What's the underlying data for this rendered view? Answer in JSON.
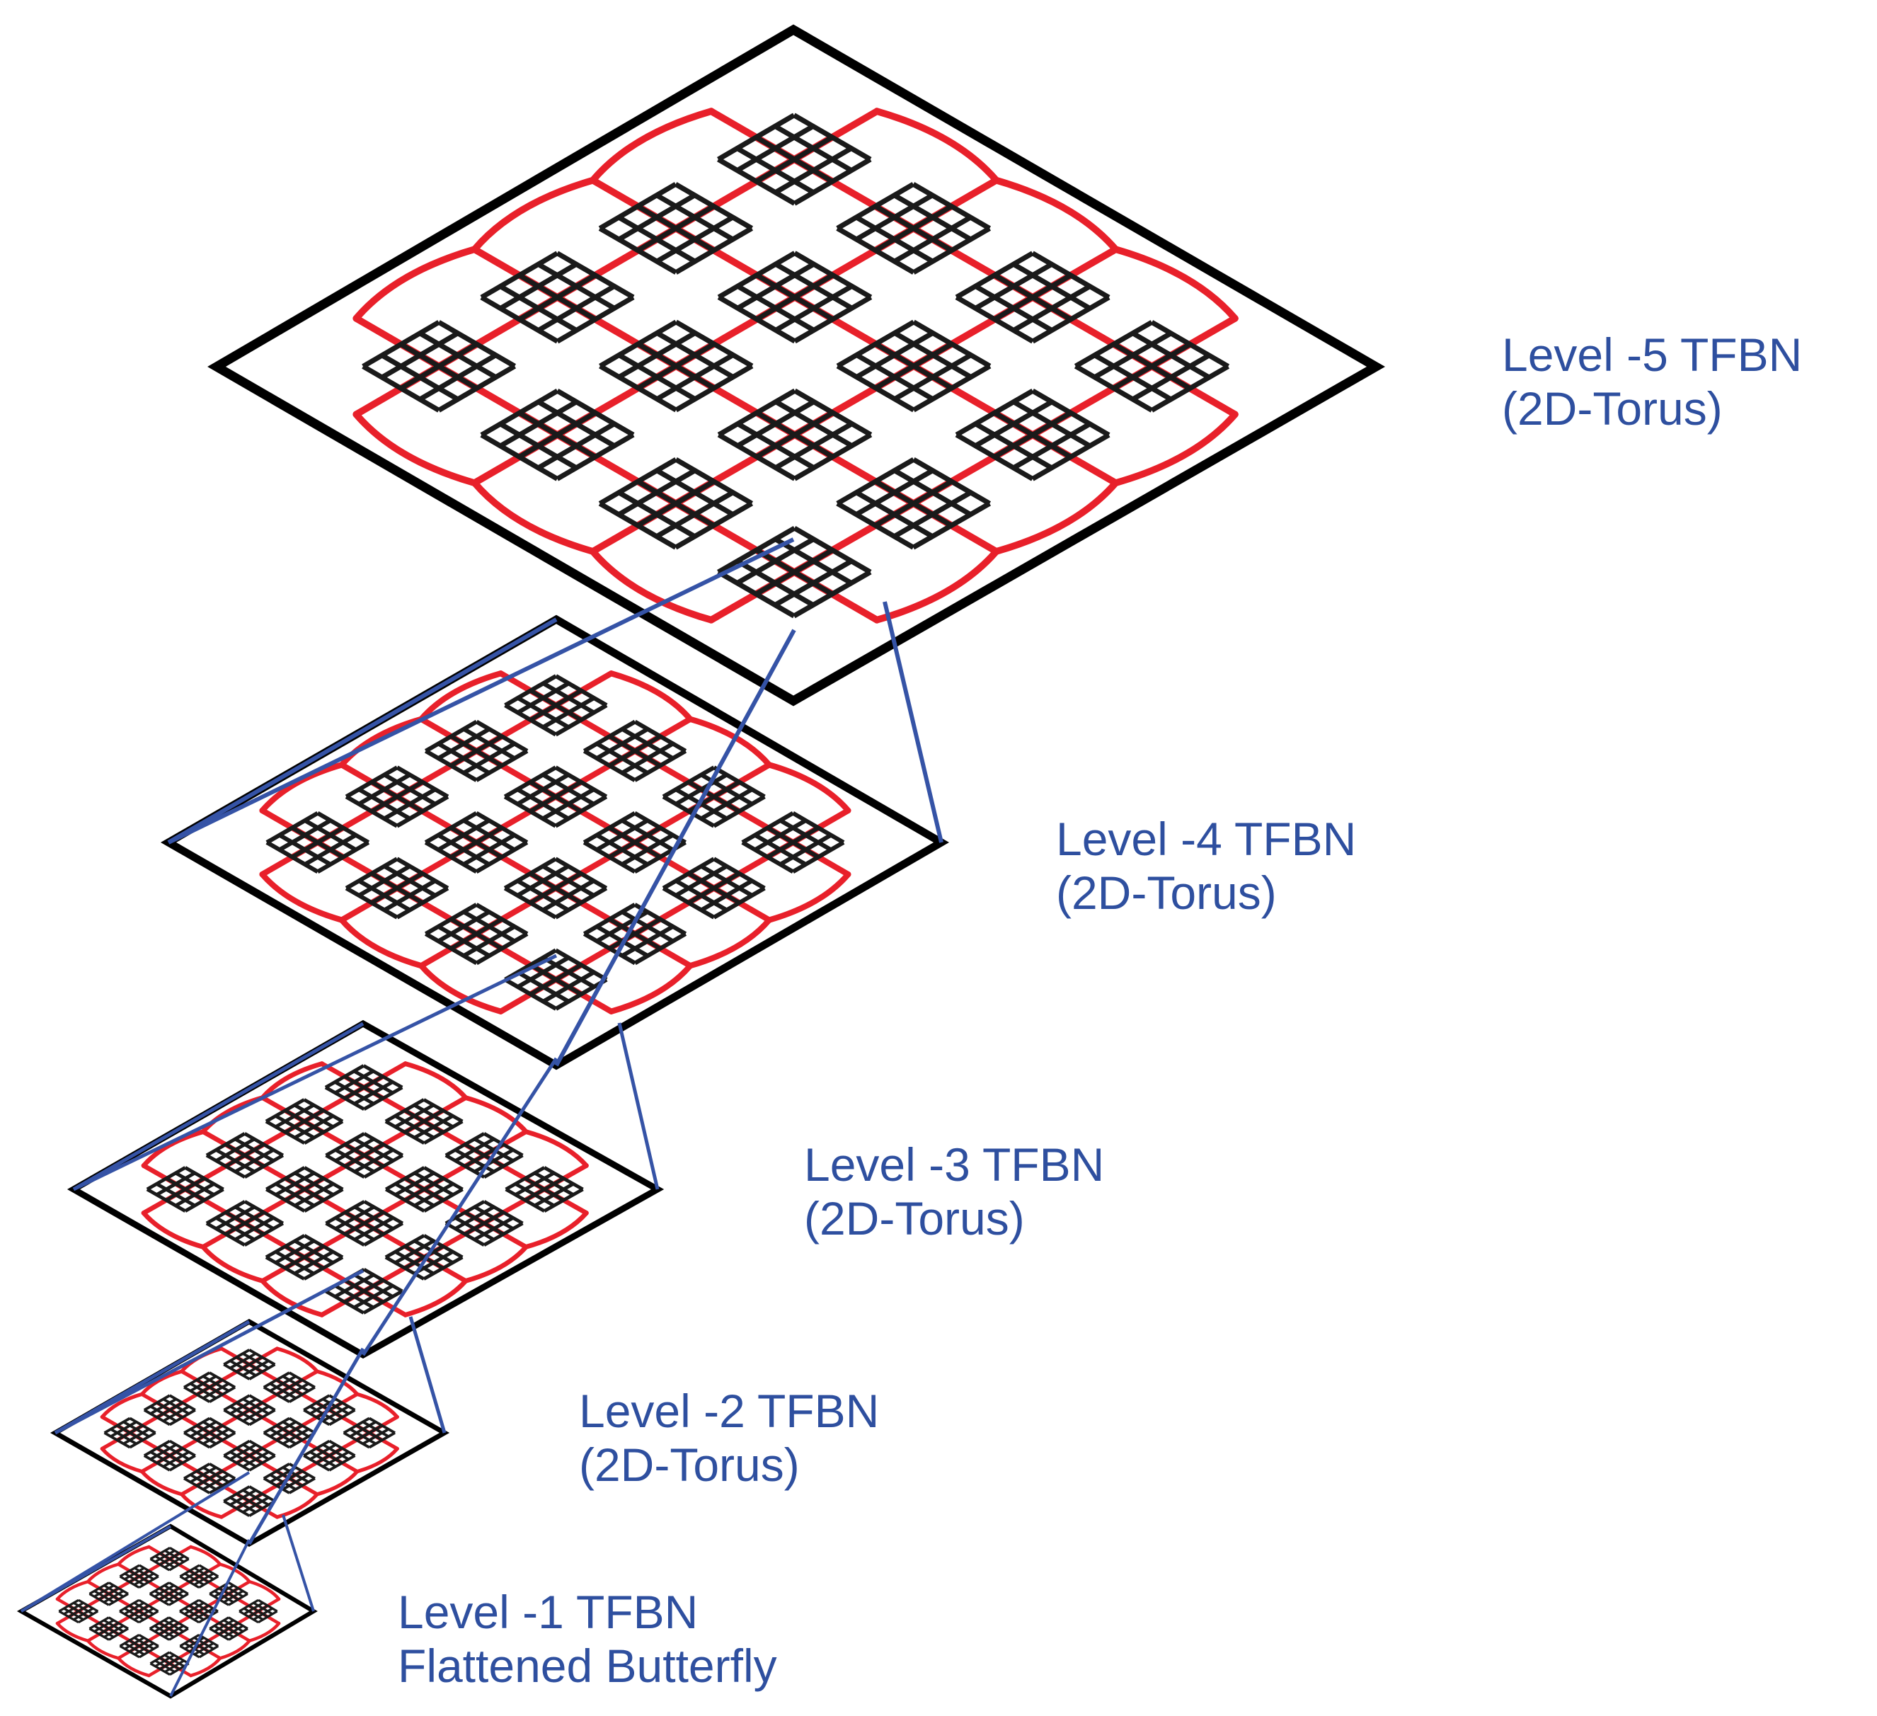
{
  "colors": {
    "plate_border": "#000000",
    "router_mesh": "#1a1a1a",
    "torus_links": "#e8202a",
    "connectors": "#3553a6",
    "label_text": "#2e4f9f"
  },
  "levels": [
    {
      "line1": "Level -5 TFBN",
      "line2": "(2D-Torus)"
    },
    {
      "line1": "Level -4 TFBN",
      "line2": "(2D-Torus)"
    },
    {
      "line1": "Level -3 TFBN",
      "line2": "(2D-Torus)"
    },
    {
      "line1": "Level -2 TFBN",
      "line2": "(2D-Torus)"
    },
    {
      "line1": "Level -1 TFBN",
      "line2": "Flattened Butterfly"
    }
  ]
}
